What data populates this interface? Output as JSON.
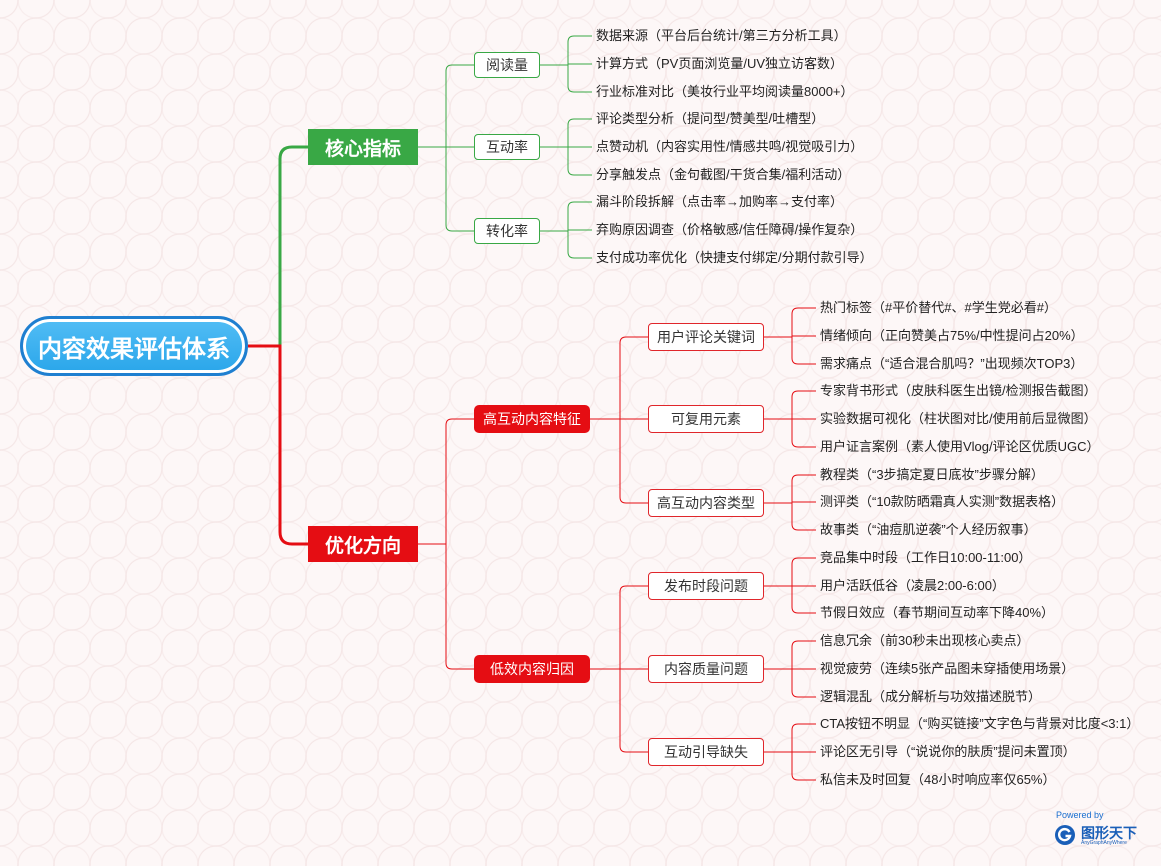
{
  "root": "内容效果评估体系",
  "branches": [
    {
      "label": "核心指标",
      "color": "#39a845",
      "children": [
        {
          "label": "阅读量",
          "leaves": [
            "数据来源（平台后台统计/第三方分析工具）",
            "计算方式（PV页面浏览量/UV独立访客数）",
            "行业标准对比（美妆行业平均阅读量8000+）"
          ]
        },
        {
          "label": "互动率",
          "leaves": [
            "评论类型分析（提问型/赞美型/吐槽型）",
            "点赞动机（内容实用性/情感共鸣/视觉吸引力）",
            "分享触发点（金句截图/干货合集/福利活动）"
          ]
        },
        {
          "label": "转化率",
          "leaves": [
            "漏斗阶段拆解（点击率→加购率→支付率）",
            "弃购原因调查（价格敏感/信任障碍/操作复杂）",
            "支付成功率优化（快捷支付绑定/分期付款引导）"
          ]
        }
      ]
    },
    {
      "label": "优化方向",
      "color": "#e50d13",
      "children": [
        {
          "label": "高互动内容特征",
          "children": [
            {
              "label": "用户评论关键词",
              "leaves": [
                "热门标签（#平价替代#、#学生党必看#）",
                "情绪倾向（正向赞美占75%/中性提问占20%）",
                "需求痛点（“适合混合肌吗？”出现频次TOP3）"
              ]
            },
            {
              "label": "可复用元素",
              "leaves": [
                "专家背书形式（皮肤科医生出镜/检测报告截图）",
                "实验数据可视化（柱状图对比/使用前后显微图）",
                "用户证言案例（素人使用Vlog/评论区优质UGC）"
              ]
            },
            {
              "label": "高互动内容类型",
              "leaves": [
                "教程类（“3步搞定夏日底妆”步骤分解）",
                "测评类（“10款防晒霜真人实测”数据表格）",
                "故事类（“油痘肌逆袭”个人经历叙事）"
              ]
            }
          ]
        },
        {
          "label": "低效内容归因",
          "children": [
            {
              "label": "发布时段问题",
              "leaves": [
                "竞品集中时段（工作日10:00-11:00）",
                "用户活跃低谷（凌晨2:00-6:00）",
                "节假日效应（春节期间互动率下降40%）"
              ]
            },
            {
              "label": "内容质量问题",
              "leaves": [
                "信息冗余（前30秒未出现核心卖点）",
                "视觉疲劳（连续5张产品图未穿插使用场景）",
                "逻辑混乱（成分解析与功效描述脱节）"
              ]
            },
            {
              "label": "互动引导缺失",
              "leaves": [
                "CTA按钮不明显（“购买链接”文字色与背景对比度<3:1）",
                "评论区无引导（“说说你的肤质”提问未置顶）",
                "私信未及时回复（48小时响应率仅65%）"
              ]
            }
          ]
        }
      ]
    }
  ],
  "brand": {
    "powered": "Powered by",
    "name": "图形天下",
    "sub": "AnyGraphAnyWhere",
    "icon": "g-logo-icon",
    "color": "#1a5fb8"
  }
}
